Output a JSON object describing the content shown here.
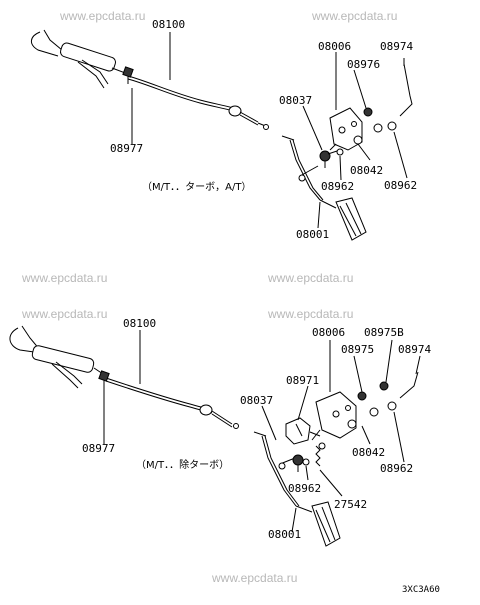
{
  "watermarks": {
    "top_left": "www.epcdata.ru",
    "top_right": "www.epcdata.ru",
    "mid_upper_left": "www.epcdata.ru",
    "mid_upper_right": "www.epcdata.ru",
    "mid_lower_left": "www.epcdata.ru",
    "mid_lower_right": "www.epcdata.ru",
    "bottom": "www.epcdata.ru"
  },
  "upper": {
    "note": "（M/T．．ターボ，A/T）",
    "labels": {
      "cable": "08100",
      "cable_clip": "08977",
      "bracket": "08006",
      "pin": "08974",
      "nut": "08976",
      "stopper": "08037",
      "bushing": "08042",
      "washer_right": "08962",
      "washer_left": "08962",
      "pedal": "08001"
    }
  },
  "lower": {
    "note": "（M/T．．除ターボ）",
    "labels": {
      "cable": "08100",
      "cable_clip": "08977",
      "bracket": "08006",
      "nut_b": "08975B",
      "nut": "08975",
      "pin": "08974",
      "switch": "08971",
      "stopper": "08037",
      "bushing": "08042",
      "washer_right": "08962",
      "washer_left": "08962",
      "spring": "27542",
      "pedal": "08001"
    }
  },
  "diagram_code": "3XC3A60"
}
